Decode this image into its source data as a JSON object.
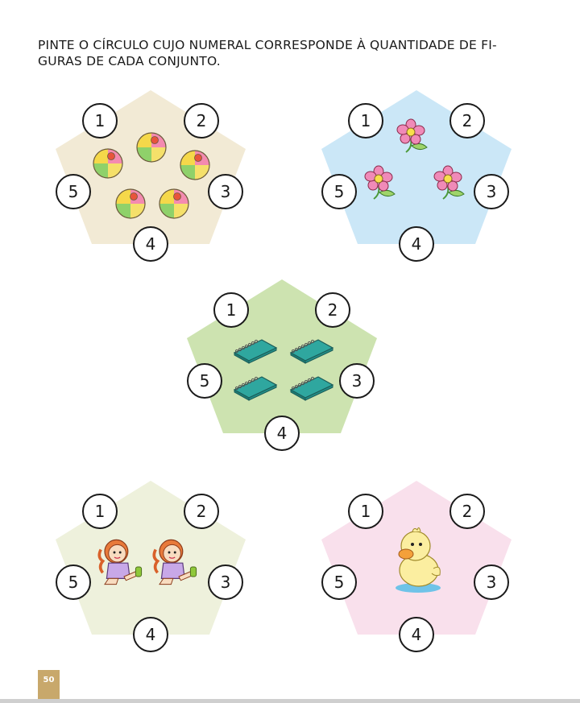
{
  "instruction": {
    "line1": "PINTE O CÍRCULO CUJO NUMERAL CORRESPONDE À QUANTIDADE DE FI-",
    "line2": "GURAS DE CADA CONJUNTO."
  },
  "sets": [
    {
      "figure": "ball-icon",
      "count": 5,
      "color": "#f2ead5",
      "numbers": [
        "1",
        "2",
        "3",
        "4",
        "5"
      ]
    },
    {
      "figure": "flower-icon",
      "count": 3,
      "color": "#cbe7f7",
      "numbers": [
        "1",
        "2",
        "3",
        "4",
        "5"
      ]
    },
    {
      "figure": "notebook-icon",
      "count": 4,
      "color": "#cde3b0",
      "numbers": [
        "1",
        "2",
        "3",
        "4",
        "5"
      ]
    },
    {
      "figure": "doll-icon",
      "count": 2,
      "color": "#eef1dc",
      "numbers": [
        "1",
        "2",
        "3",
        "4",
        "5"
      ]
    },
    {
      "figure": "duck-icon",
      "count": 1,
      "color": "#f9e0ec",
      "numbers": [
        "1",
        "2",
        "3",
        "4",
        "5"
      ]
    }
  ],
  "page_number": "50"
}
